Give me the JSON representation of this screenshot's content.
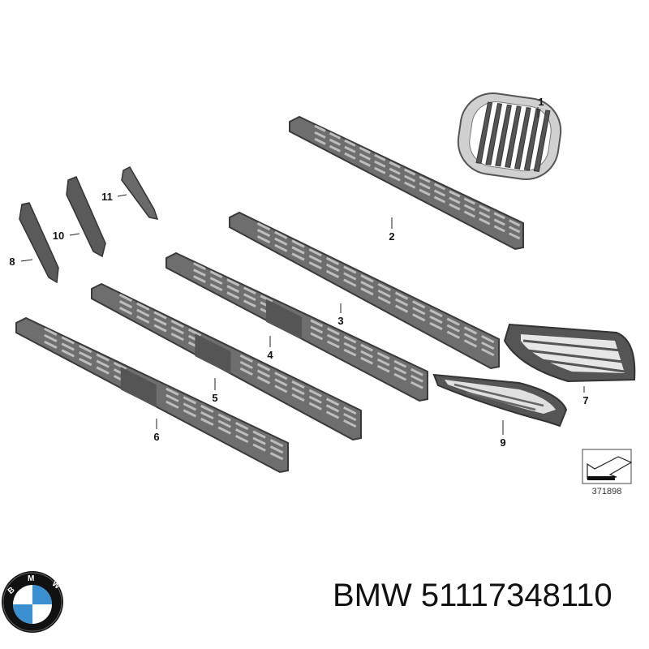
{
  "diagram": {
    "part_labels": [
      "1",
      "2",
      "3",
      "4",
      "5",
      "6",
      "7",
      "8",
      "9",
      "10",
      "11"
    ],
    "reference_number": "371898",
    "colors": {
      "part_outline": "#3a3a3a",
      "part_fill": "#6e6e6e",
      "slat": "#bdbdbd",
      "chrome": "#c8c8c8"
    }
  },
  "logo": {
    "brand": "BMW",
    "icon": "bmw-roundel-icon",
    "colors": {
      "blue": "#3a8fd0",
      "ring": "#111111"
    }
  },
  "caption": {
    "text": "BMW 51117348110"
  }
}
